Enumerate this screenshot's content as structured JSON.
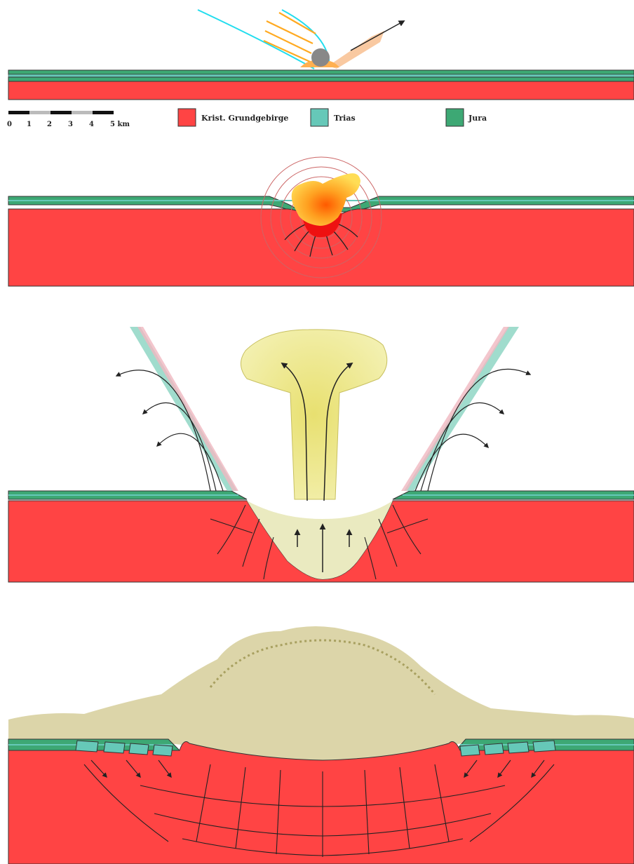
{
  "colors": {
    "basement": "#ff4444",
    "trias": "#66c8b8",
    "jura": "#3da874",
    "outline": "#333333",
    "fireball_outer": "#ffcc44",
    "fireball_core": "#ff8800",
    "ejecta": "#d6dc70",
    "impactor": "#888888",
    "shock_wave": "#22ddee",
    "rays": "#ffaa22"
  },
  "scale_bar": {
    "ticks": [
      "0",
      "1",
      "2",
      "3",
      "4",
      "5 km"
    ]
  },
  "legend": [
    {
      "label": "Krist. Grundgebirge",
      "color": "#ff4444"
    },
    {
      "label": "Trias",
      "color": "#66c8b8"
    },
    {
      "label": "Jura",
      "color": "#3da874"
    }
  ]
}
